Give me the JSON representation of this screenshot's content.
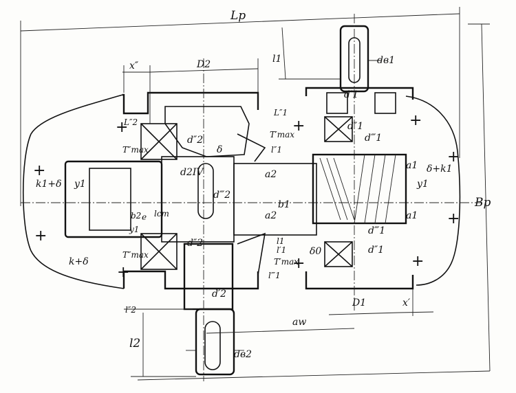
{
  "labels": {
    "Lp": "Lp",
    "Bp": "Bp",
    "x2": "x″",
    "D2": "D2",
    "l1": "l1",
    "dB1": "dв1",
    "d1p": "d′1",
    "L2pp": "L″2",
    "L1pp": "L″1",
    "T1max": "T′max",
    "d1pp_top": "d″1",
    "d1ppp_top": "d‴1",
    "Tmax2_top": "T″max",
    "d2pp_top": "d″2",
    "delta": "δ",
    "l1pp_mid": "l″1",
    "d2iv": "d2IV",
    "a2_top": "a2",
    "a1_top": "a1",
    "delta_k1": "δ+k1",
    "k1_delta": "k1+δ",
    "y1_left": "y1",
    "y1_right": "y1",
    "d2ppp": "d‴2",
    "b1": "b1",
    "b2": "b2",
    "e": "e",
    "lcm": "lcm",
    "a2_bot": "a2",
    "a1_bot": "a1",
    "d1ppp_bot": "d‴1",
    "y_left_bot": "y1",
    "d2pp_mid": "d″2",
    "l1_bot": "l1",
    "d1pp_bot": "d″1",
    "delta0": "δ0",
    "k_delta": "k+δ",
    "Tmax2_bot": "T″max",
    "T1max_bot": "T′max",
    "l1ppp": "l‴1",
    "l1p_bot": "l′1",
    "d2p": "d′2",
    "D1": "D1",
    "x1": "x′",
    "l2pp": "l″2",
    "aw": "aw",
    "l2": "l2",
    "dB2": "dв2"
  }
}
